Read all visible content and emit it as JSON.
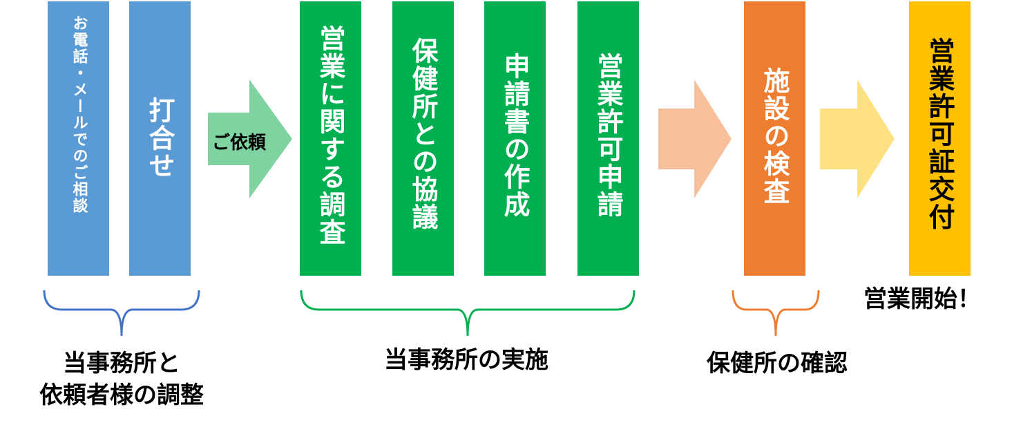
{
  "steps": [
    {
      "label": "お電話・メールでのご相談",
      "color": "#5b9bd5"
    },
    {
      "label": "打合せ",
      "color": "#5b9bd5"
    },
    {
      "label": "営業に関する調査",
      "color": "#00b050"
    },
    {
      "label": "保健所との協議",
      "color": "#00b050"
    },
    {
      "label": "申請書の作成",
      "color": "#00b050"
    },
    {
      "label": "営業許可申請",
      "color": "#00b050"
    },
    {
      "label": "施設の検査",
      "color": "#ed7d31"
    },
    {
      "label": "営業許可証交付",
      "color": "#ffc000"
    }
  ],
  "arrows": [
    {
      "label": "ご依頼",
      "color": "#7fd3a0"
    },
    {
      "label": "",
      "color": "#f7bf9a"
    },
    {
      "label": "",
      "color": "#ffe083"
    }
  ],
  "groups": [
    {
      "line1": "当事務所と",
      "line2": "依頼者様の調整",
      "color": "#4472c4"
    },
    {
      "line1": "当事務所の実施",
      "line2": "",
      "color": "#00b050"
    },
    {
      "line1": "保健所の確認",
      "line2": "",
      "color": "#ed7d31"
    }
  ],
  "final_note": "営業開始！"
}
